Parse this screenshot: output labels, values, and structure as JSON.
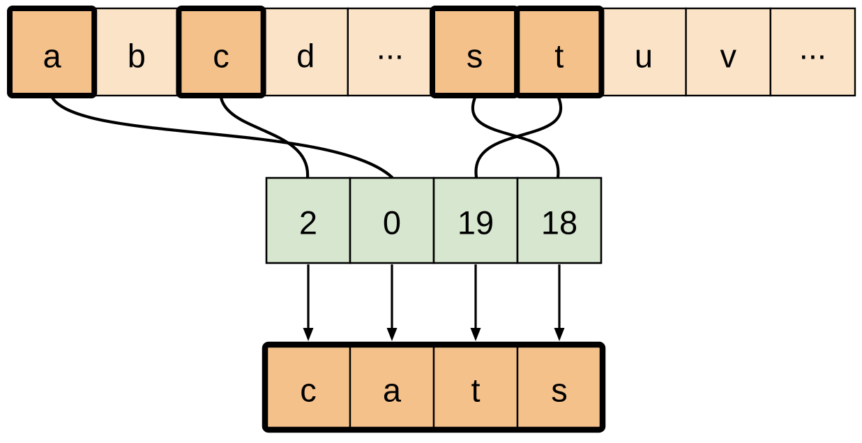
{
  "alphabet_row": {
    "cells": [
      {
        "label": "a",
        "highlighted": true
      },
      {
        "label": "b",
        "highlighted": false
      },
      {
        "label": "c",
        "highlighted": true
      },
      {
        "label": "d",
        "highlighted": false
      },
      {
        "label": "...",
        "highlighted": false
      },
      {
        "label": "s",
        "highlighted": true
      },
      {
        "label": "t",
        "highlighted": true
      },
      {
        "label": "u",
        "highlighted": false
      },
      {
        "label": "v",
        "highlighted": false
      },
      {
        "label": "...",
        "highlighted": false
      }
    ]
  },
  "index_row": {
    "cells": [
      {
        "label": "2"
      },
      {
        "label": "0"
      },
      {
        "label": "19"
      },
      {
        "label": "18"
      }
    ]
  },
  "output_row": {
    "cells": [
      {
        "label": "c"
      },
      {
        "label": "a"
      },
      {
        "label": "t"
      },
      {
        "label": "s"
      }
    ]
  },
  "connections": [
    {
      "from_letter": "a",
      "to_index": "0"
    },
    {
      "from_letter": "c",
      "to_index": "2"
    },
    {
      "from_letter": "s",
      "to_index": "18"
    },
    {
      "from_letter": "t",
      "to_index": "19"
    }
  ],
  "colors": {
    "background": "#ffffff",
    "cell_light": "#fbe3c8",
    "cell_highlight": "#f4c18b",
    "index_fill": "#d7e6cf",
    "line": "#000000"
  }
}
